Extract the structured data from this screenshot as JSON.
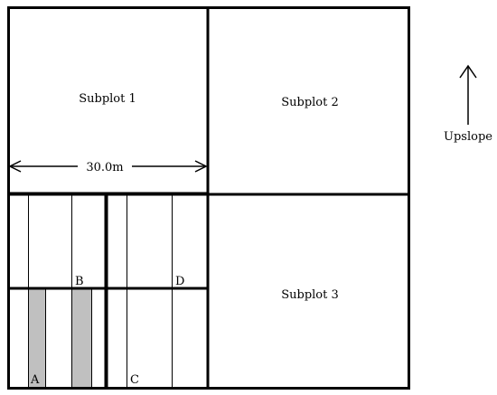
{
  "subplots": {
    "subplot_1": "Subplot 1",
    "subplot_2": "Subplot 2",
    "subplot_3": "Subplot 3"
  },
  "dimension_label": "30.0m",
  "direction_label": "Upslope",
  "strip_labels": {
    "a": "A",
    "b": "B",
    "c": "C",
    "d": "D"
  },
  "colors": {
    "line": "#000000",
    "shaded_strip": "#c0c0c0",
    "background": "#ffffff"
  }
}
